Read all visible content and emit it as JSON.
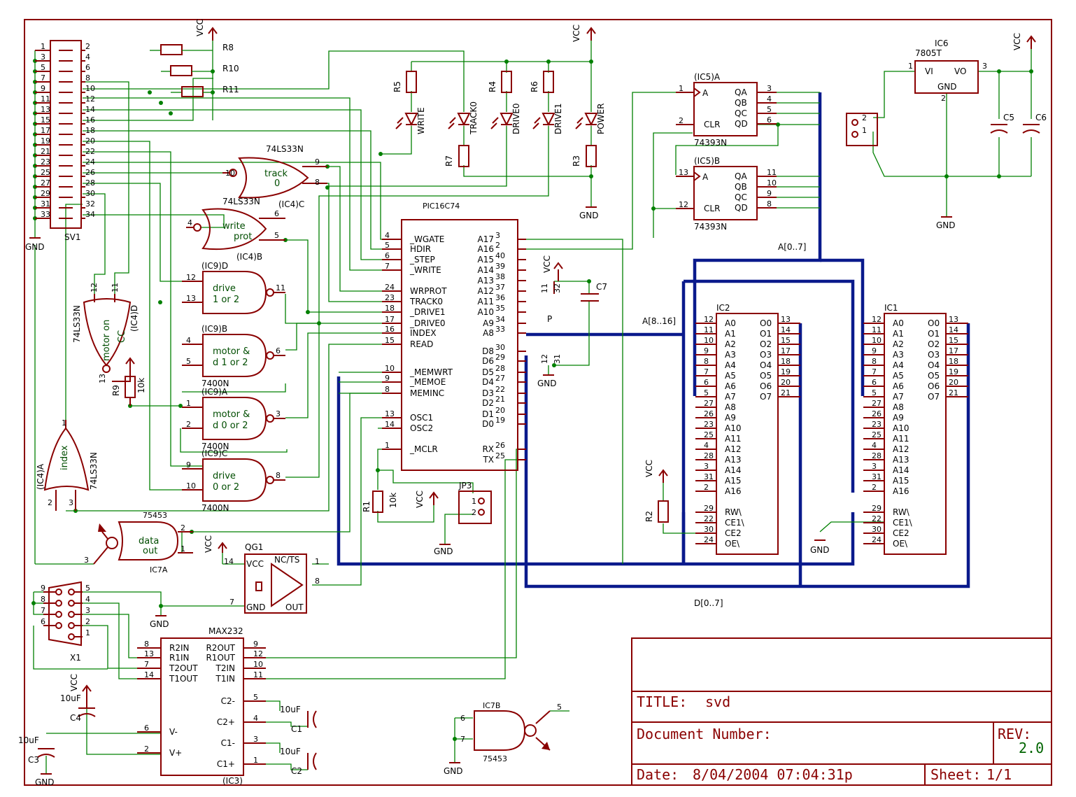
{
  "title_block": {
    "title_label": "TITLE:",
    "title_value": "svd",
    "doc_label": "Document Number:",
    "rev_label": "REV:",
    "rev_value": "2.0",
    "date_label": "Date:",
    "date_value": "8/04/2004 07:04:31p",
    "sheet_label": "Sheet:",
    "sheet_value": "1/1"
  },
  "connector_sv1": {
    "name": "SV1",
    "left_pins": [
      "1",
      "3",
      "5",
      "7",
      "9",
      "11",
      "13",
      "15",
      "17",
      "19",
      "21",
      "23",
      "25",
      "27",
      "29",
      "31",
      "33"
    ],
    "right_pins": [
      "2",
      "4",
      "6",
      "8",
      "10",
      "12",
      "14",
      "16",
      "18",
      "20",
      "22",
      "24",
      "26",
      "28",
      "30",
      "32",
      "34"
    ]
  },
  "resistors": {
    "r8": "R8",
    "r10": "R10",
    "r11": "R11",
    "r5a": "R5",
    "r4": "R4",
    "r6": "R6",
    "r7": "R7",
    "r3": "R3",
    "r9": "R9",
    "r9_value": "10k",
    "r1": "R1",
    "r1_value": "10k",
    "r2": "R2"
  },
  "leds": [
    "WRITE",
    "TRACK0",
    "DRIVE0",
    "DRIVE1",
    "POWER"
  ],
  "gates": {
    "track0": {
      "label": "track\n0",
      "line1": "track",
      "line2": "0",
      "type": "74LS33N",
      "ref": "(IC4)C",
      "pins": [
        "10",
        "9",
        "8"
      ]
    },
    "write_prot": {
      "line1": "write",
      "line2": "prot",
      "type": "74LS33N",
      "ref": "(IC4)B",
      "pins": [
        "4",
        "6",
        "5"
      ]
    },
    "drive_1or2": {
      "ref": "(IC9)D",
      "line1": "drive",
      "line2": "1 or 2",
      "pins": [
        "12",
        "13",
        "11"
      ]
    },
    "motor_d1or2": {
      "ref": "(IC9)B",
      "line1": "motor &",
      "line2": "d 1 or 2",
      "type": "7400N",
      "pins": [
        "4",
        "5",
        "6"
      ]
    },
    "motor_d0or2": {
      "ref": "(IC9)A",
      "line1": "motor &",
      "line2": "d 0 or 2",
      "type": "7400N",
      "pins": [
        "1",
        "2",
        "3"
      ]
    },
    "drive_0or2": {
      "ref": "(IC9)C",
      "line1": "drive",
      "line2": "0 or 2",
      "type": "7400N",
      "type_bottom": "7400N",
      "pins": [
        "9",
        "10",
        "8"
      ]
    },
    "motor_on": {
      "label": "motor on",
      "label2": "CC",
      "type": "74LS33N",
      "ref": "(IC4)D",
      "pins": [
        "12",
        "11",
        "13"
      ]
    },
    "index": {
      "label": "index",
      "type": "74LS33N",
      "ref": "(IC4)A",
      "pins": [
        "1",
        "2",
        "3"
      ]
    },
    "data_out": {
      "line1": "data",
      "line2": "out",
      "type": "75453",
      "ref": "IC7A",
      "pins": [
        "2",
        "1",
        "3"
      ]
    },
    "ic7b": {
      "type": "IC7B",
      "type_bottom": "75453",
      "pins": [
        "6",
        "7",
        "5"
      ]
    }
  },
  "pic": {
    "name": "PIC16C74",
    "left_pins": [
      {
        "num": "4",
        "name": "_WGATE"
      },
      {
        "num": "5",
        "name": "HDIR"
      },
      {
        "num": "6",
        "name": "_STEP"
      },
      {
        "num": "7",
        "name": "_WRITE"
      },
      {
        "num": "24",
        "name": "WRPROT"
      },
      {
        "num": "23",
        "name": "TRACK0"
      },
      {
        "num": "18",
        "name": "_DRIVE1"
      },
      {
        "num": "17",
        "name": "_DRIVE0"
      },
      {
        "num": "16",
        "name": "INDEX"
      },
      {
        "num": "15",
        "name": "READ"
      },
      {
        "num": "10",
        "name": "_MEMWRT"
      },
      {
        "num": "9",
        "name": "_MEMOE"
      },
      {
        "num": "8",
        "name": "MEMINC"
      },
      {
        "num": "13",
        "name": "OSC1"
      },
      {
        "num": "14",
        "name": "OSC2"
      },
      {
        "num": "1",
        "name": "_MCLR"
      }
    ],
    "right_pins": [
      {
        "num": "3",
        "name": "A17"
      },
      {
        "num": "2",
        "name": "A16"
      },
      {
        "num": "40",
        "name": "A15"
      },
      {
        "num": "39",
        "name": "A14"
      },
      {
        "num": "38",
        "name": "A13"
      },
      {
        "num": "37",
        "name": "A12"
      },
      {
        "num": "36",
        "name": "A11"
      },
      {
        "num": "35",
        "name": "A10"
      },
      {
        "num": "34",
        "name": "A9"
      },
      {
        "num": "33",
        "name": "A8"
      },
      {
        "num": "30",
        "name": "D8"
      },
      {
        "num": "29",
        "name": "D6"
      },
      {
        "num": "28",
        "name": "D5"
      },
      {
        "num": "27",
        "name": "D4"
      },
      {
        "num": "22",
        "name": "D3"
      },
      {
        "num": "21",
        "name": "D2"
      },
      {
        "num": "20",
        "name": "D1"
      },
      {
        "num": "19",
        "name": "D0"
      },
      {
        "num": "26",
        "name": "RX"
      },
      {
        "num": "25",
        "name": "TX"
      }
    ]
  },
  "counters": {
    "a": {
      "ref": "(IC5)A",
      "type": "74393N",
      "in_pin": "1",
      "clr_pin": "2",
      "in": "A",
      "clr": "CLR",
      "outs": [
        {
          "name": "QA",
          "num": "3"
        },
        {
          "name": "QB",
          "num": "4"
        },
        {
          "name": "QC",
          "num": "5"
        },
        {
          "name": "QD",
          "num": "6"
        }
      ]
    },
    "b": {
      "ref": "(IC5)B",
      "type": "74393N",
      "in_pin": "13",
      "clr_pin": "12",
      "in": "A",
      "clr": "CLR",
      "outs": [
        {
          "name": "QA",
          "num": "11"
        },
        {
          "name": "QB",
          "num": "10"
        },
        {
          "name": "QC",
          "num": "9"
        },
        {
          "name": "QD",
          "num": "8"
        }
      ]
    }
  },
  "regulator": {
    "ref": "IC6",
    "type": "7805T",
    "vi": "VI",
    "vo": "VO",
    "gnd": "GND",
    "pin_in": "1",
    "pin_out": "3",
    "pin_gnd": "2",
    "c5": "C5",
    "c6": "C6",
    "conn_p1": "2",
    "conn_p2": "1"
  },
  "memories": [
    {
      "name": "IC2",
      "left": [
        {
          "n": "12",
          "s": "A0"
        },
        {
          "n": "11",
          "s": "A1"
        },
        {
          "n": "10",
          "s": "A2"
        },
        {
          "n": "9",
          "s": "A3"
        },
        {
          "n": "8",
          "s": "A4"
        },
        {
          "n": "7",
          "s": "A5"
        },
        {
          "n": "6",
          "s": "A6"
        },
        {
          "n": "5",
          "s": "A7"
        },
        {
          "n": "27",
          "s": "A8"
        },
        {
          "n": "26",
          "s": "A9"
        },
        {
          "n": "23",
          "s": "A10"
        },
        {
          "n": "25",
          "s": "A11"
        },
        {
          "n": "4",
          "s": "A12"
        },
        {
          "n": "28",
          "s": "A13"
        },
        {
          "n": "3",
          "s": "A14"
        },
        {
          "n": "31",
          "s": "A15"
        },
        {
          "n": "2",
          "s": "A16"
        }
      ],
      "ctrl": [
        {
          "n": "29",
          "s": "RW\\"
        },
        {
          "n": "22",
          "s": "CE1\\"
        },
        {
          "n": "30",
          "s": "CE2"
        },
        {
          "n": "24",
          "s": "OE\\"
        }
      ],
      "right": [
        {
          "n": "13",
          "s": "O0"
        },
        {
          "n": "14",
          "s": "O1"
        },
        {
          "n": "15",
          "s": "O2"
        },
        {
          "n": "17",
          "s": "O3"
        },
        {
          "n": "18",
          "s": "O4"
        },
        {
          "n": "19",
          "s": "O5"
        },
        {
          "n": "20",
          "s": "O6"
        },
        {
          "n": "21",
          "s": "O7"
        }
      ]
    },
    {
      "name": "IC1",
      "left": [
        {
          "n": "12",
          "s": "A0"
        },
        {
          "n": "11",
          "s": "A1"
        },
        {
          "n": "10",
          "s": "A2"
        },
        {
          "n": "9",
          "s": "A3"
        },
        {
          "n": "8",
          "s": "A4"
        },
        {
          "n": "7",
          "s": "A5"
        },
        {
          "n": "6",
          "s": "A6"
        },
        {
          "n": "5",
          "s": "A7"
        },
        {
          "n": "27",
          "s": "A8"
        },
        {
          "n": "26",
          "s": "A9"
        },
        {
          "n": "23",
          "s": "A10"
        },
        {
          "n": "25",
          "s": "A11"
        },
        {
          "n": "4",
          "s": "A12"
        },
        {
          "n": "28",
          "s": "A13"
        },
        {
          "n": "3",
          "s": "A14"
        },
        {
          "n": "31",
          "s": "A15"
        },
        {
          "n": "2",
          "s": "A16"
        }
      ],
      "ctrl": [
        {
          "n": "29",
          "s": "RW\\"
        },
        {
          "n": "22",
          "s": "CE1\\"
        },
        {
          "n": "30",
          "s": "CE2"
        },
        {
          "n": "24",
          "s": "OE\\"
        }
      ],
      "right": [
        {
          "n": "13",
          "s": "O0"
        },
        {
          "n": "14",
          "s": "O1"
        },
        {
          "n": "15",
          "s": "O2"
        },
        {
          "n": "17",
          "s": "O3"
        },
        {
          "n": "18",
          "s": "O4"
        },
        {
          "n": "19",
          "s": "O5"
        },
        {
          "n": "20",
          "s": "O6"
        },
        {
          "n": "21",
          "s": "O7"
        }
      ]
    }
  ],
  "bus_labels": {
    "a0_7": "A[0..7]",
    "a8_16": "A[8..16]",
    "d0_7": "D[0..7]"
  },
  "oscillator": {
    "ref": "QG1",
    "vcc": "VCC",
    "nc": "NC/TS",
    "gnd": "GND",
    "out": "OUT",
    "pins": [
      "14",
      "1",
      "7",
      "8"
    ]
  },
  "max232": {
    "name": "MAX232",
    "ref": "(IC3)",
    "left": [
      {
        "n": "8",
        "s": "R2IN"
      },
      {
        "n": "13",
        "s": "R1IN"
      },
      {
        "n": "7",
        "s": "T2OUT"
      },
      {
        "n": "14",
        "s": "T1OUT"
      },
      {
        "n": "6",
        "s": "V-"
      },
      {
        "n": "2",
        "s": "V+"
      }
    ],
    "right": [
      {
        "n": "9",
        "s": "R2OUT"
      },
      {
        "n": "12",
        "s": "R1OUT"
      },
      {
        "n": "10",
        "s": "T2IN"
      },
      {
        "n": "11",
        "s": "T1IN"
      },
      {
        "n": "5",
        "s": "C2-"
      },
      {
        "n": "4",
        "s": "C2+"
      },
      {
        "n": "3",
        "s": "C1-"
      },
      {
        "n": "1",
        "s": "C1+"
      }
    ]
  },
  "dsub": {
    "name": "X1",
    "pins": [
      "9",
      "8",
      "7",
      "6",
      "5",
      "4",
      "3",
      "2",
      "1"
    ]
  },
  "capacitors": {
    "c4": "C4",
    "c4_val": "10uF",
    "c3": "C3",
    "c3_val": "10uF",
    "c1": "C1",
    "c1_val": "10uF",
    "c2": "C2",
    "c2_val": "10uF",
    "c7": "C7"
  },
  "jumper": {
    "name": "JP3",
    "pins": [
      "1",
      "2"
    ]
  },
  "power": {
    "vcc": "VCC",
    "gnd": "GND",
    "p": "P",
    "pic_vcc_pins": [
      "11",
      "32"
    ],
    "pic_gnd_pins": [
      "12",
      "31"
    ]
  }
}
